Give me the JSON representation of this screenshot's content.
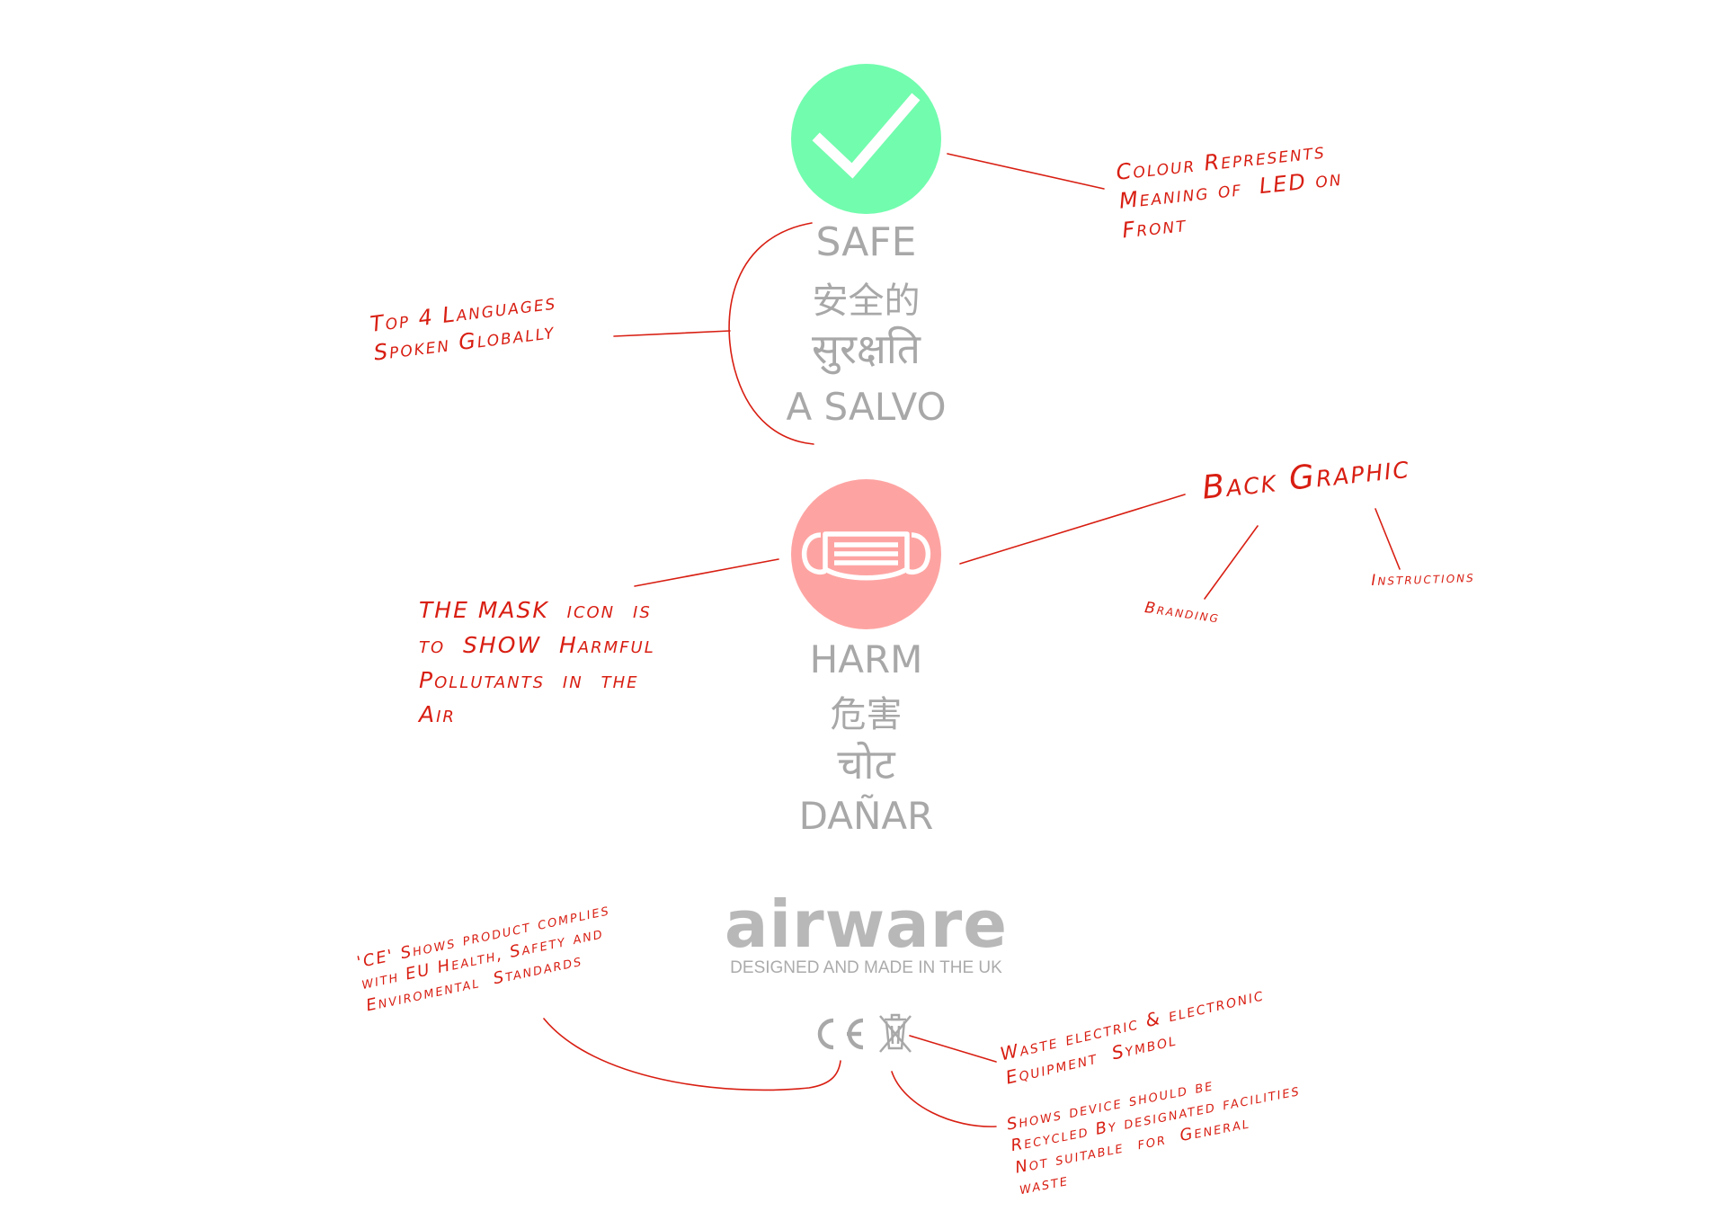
{
  "colors": {
    "safe": "#72fcae",
    "harm": "#fda4a2",
    "annotation": "#d81e12",
    "label_grey": "#a8a8a8"
  },
  "safe_block": {
    "icon": "checkmark-icon",
    "words": [
      "SAFE",
      "安全的",
      "सुरक्षति",
      "A SALVO"
    ]
  },
  "harm_block": {
    "icon": "face-mask-icon",
    "words": [
      "HARM",
      "危害",
      "चोट",
      "DAÑAR"
    ]
  },
  "branding": {
    "logo": "airware",
    "tagline": "DESIGNED AND MADE IN THE UK",
    "symbols": {
      "ce": "CE",
      "weee": "crossed-out-bin-icon"
    }
  },
  "annotations": {
    "colour": "Colour Represents\nMeaning of  LED on\nFront",
    "languages": "Top 4 Languages\nSpoken Globally",
    "back_graphic": "Back Graphic",
    "branding": "Branding",
    "instructions": "Instructions",
    "mask": "THE MASK  icon  is\nto  SHOW  Harmful\nPollutants  in  the\nAir",
    "ce": "'CE' Shows product complies\nwith EU Health, Safety and\nEnviromental  Standards",
    "weee": "Waste electric & electronic\nEquipment  Symbol",
    "recycle": "Shows device should be\nRecycled By designated facilities\nNot suitable  for  General\nwaste"
  }
}
